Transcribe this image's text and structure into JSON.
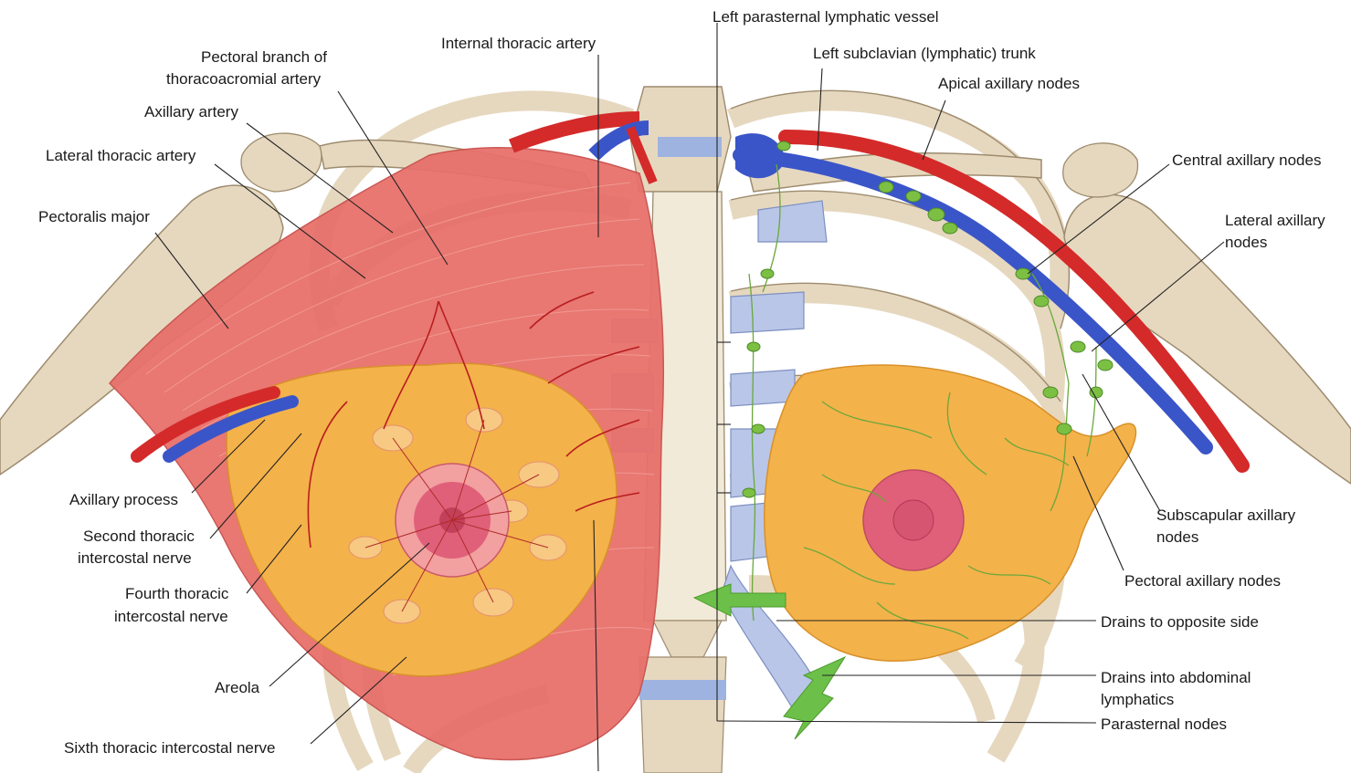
{
  "labels": {
    "left_parasternal": "Left parasternal lymphatic vessel",
    "internal_thoracic": "Internal thoracic artery",
    "pectoral_branch_1": "Pectoral branch of",
    "pectoral_branch_2": "thoracoacromial artery",
    "axillary_artery": "Axillary artery",
    "lateral_thoracic": "Lateral thoracic artery",
    "pectoralis_major": "Pectoralis major",
    "axillary_process": "Axillary process",
    "second_thoracic_1": "Second thoracic",
    "second_thoracic_2": "intercostal nerve",
    "fourth_thoracic_1": "Fourth thoracic",
    "fourth_thoracic_2": "intercostal nerve",
    "areola": "Areola",
    "sixth_thoracic": "Sixth thoracic intercostal nerve",
    "left_subclavian": "Left subclavian (lymphatic) trunk",
    "apical_axillary": "Apical axillary nodes",
    "central_axillary": "Central axillary nodes",
    "lateral_axillary_1": "Lateral axillary",
    "lateral_axillary_2": "nodes",
    "subscapular_1": "Subscapular axillary",
    "subscapular_2": "nodes",
    "pectoral_axillary": "Pectoral axillary nodes",
    "drains_opposite": "Drains to opposite side",
    "drains_abdominal_1": "Drains into abdominal",
    "drains_abdominal_2": "lymphatics",
    "parasternal_nodes": "Parasternal nodes"
  },
  "colors": {
    "bone": "#e6d8bf",
    "bone_shade": "#b9a88a",
    "muscle": "#e8706b",
    "breast": "#f4b24a",
    "areola": "#e0607a",
    "artery": "#d42a2a",
    "vein": "#3a55c8",
    "lymph": "#6aa83a",
    "cartilage": "#b9c6e8",
    "arrow": "#6cc04a"
  }
}
